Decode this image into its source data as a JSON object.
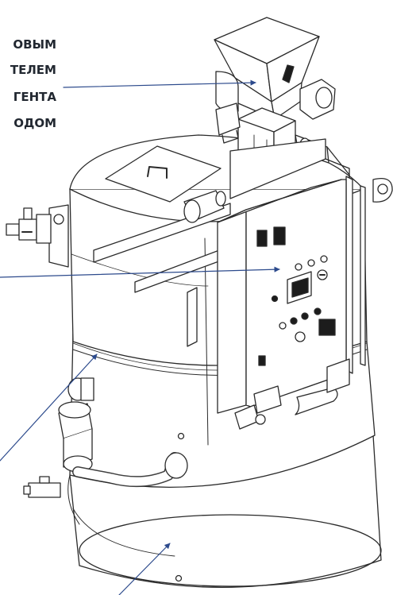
{
  "callout_lines": [
    "ОВЫМ",
    "ТЕЛЕМ",
    "ГЕНТА",
    "ОДОМ"
  ],
  "colors": {
    "text": "#222831",
    "leader": "#2c4a8c",
    "outline": "#2a2a2a",
    "fill": "#ffffff",
    "panel_detail": "#1c1c1c"
  }
}
